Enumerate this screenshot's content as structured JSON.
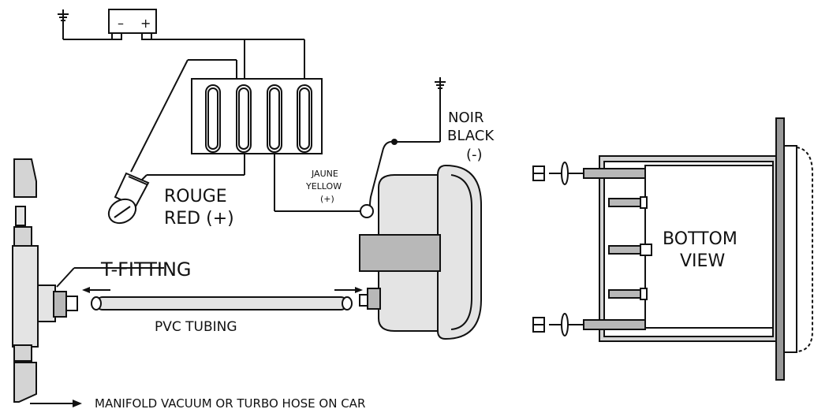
{
  "battery": {
    "minus": "–",
    "plus": "+"
  },
  "labels": {
    "rouge": "ROUGE",
    "red": "RED (+)",
    "jaune": "JAUNE",
    "yellow": "YELLOW",
    "yellow_sign": "(+)",
    "noir": "NOIR",
    "black": "BLACK",
    "black_sign": "(-)",
    "t_fitting": "T-FITTING",
    "pvc_tubing": "PVC TUBING",
    "bottom": "BOTTOM",
    "view": "VIEW",
    "manifold": "MANIFOLD VACUUM OR TURBO HOSE ON CAR"
  }
}
